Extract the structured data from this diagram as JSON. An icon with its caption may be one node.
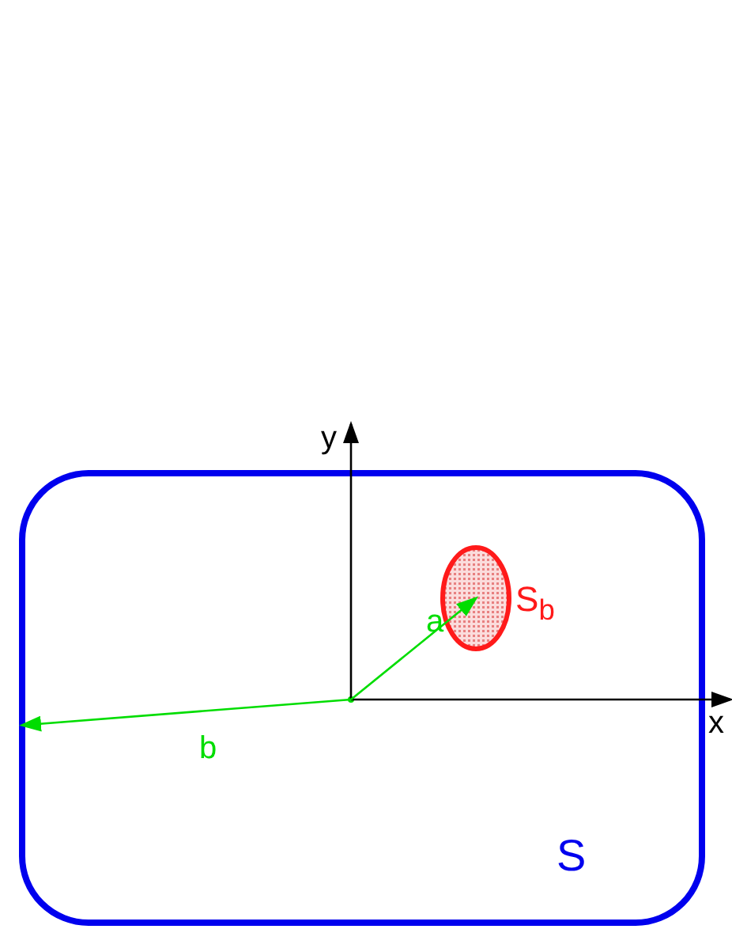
{
  "diagram": {
    "nodes": [
      {
        "text": [
          "S"
        ]
      },
      {
        "text": [
          "S$_{b}$"
        ],
        "in": 0
      },
      {
        "text": [],
        "shape": "point",
        "in": 0
      }
    ],
    "edges": [
      {
        "from": 2,
        "to": 1,
        "arrow": "to",
        "label": "a"
      },
      {
        "from": 2,
        "to": 0,
        "arrow": "to",
        "label": "b"
      }
    ],
    "labels": [
      "y",
      "x"
    ]
  }
}
